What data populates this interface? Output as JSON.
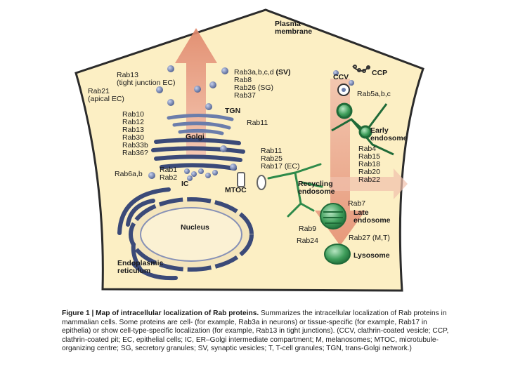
{
  "labels": {
    "plasma_membrane": [
      "Plasma",
      "membrane"
    ],
    "ccp": "CCP",
    "ccv": "CCV",
    "rab5": "Rab5a,b,c",
    "rab3_prefix": "Rab3a,b,c,d ",
    "rab3_suffix": "(SV)",
    "rab8": "Rab8",
    "rab26": "Rab26 (SG)",
    "rab37": "Rab37",
    "rab13": [
      "Rab13",
      "(tight junction EC)"
    ],
    "rab21": [
      "Rab21",
      "(apical EC)"
    ],
    "tgn": "TGN",
    "rab11_top": "Rab11",
    "golgi_rabs": [
      "Rab10",
      "Rab12",
      "Rab13",
      "Rab30",
      "Rab33b",
      "Rab36?"
    ],
    "golgi": "Golgi",
    "rab6": "Rab6a,b",
    "rab1": "Rab1",
    "rab2": "Rab2",
    "ic": "IC",
    "mtoc": "MTOC",
    "recycling_rabs": [
      "Rab11",
      "Rab25"
    ],
    "rab17": "Rab17 (EC)",
    "recycling_endosome": [
      "Recycling",
      "endosome"
    ],
    "early_endosome": [
      "Early",
      "endosome"
    ],
    "early_rabs": [
      "Rab4",
      "Rab15",
      "Rab18",
      "Rab20",
      "Rab22"
    ],
    "rab7": "Rab7",
    "late_endosome": [
      "Late",
      "endosome"
    ],
    "nucleus": "Nucleus",
    "rab9": "Rab9",
    "rab24": "Rab24",
    "rab27": "Rab27 (M,T)",
    "lysosome": "Lysosome",
    "er": [
      "Endoplasmic",
      "reticulum"
    ]
  },
  "caption": {
    "title": "Figure 1 | Map of intracellular localization of Rab proteins.",
    "body": " Summarizes the intracellular localization of Rab proteins in mammalian cells. Some proteins are cell- (for example, Rab3a in neurons) or tissue-specific (for example, Rab17 in epithelia) or show cell-type-specific localization (for example, Rab13 in tight junctions). (CCV, clathrin-coated vesicle; CCP, clathrin-coated pit; EC, epithelial cells; IC, ER–Golgi intermediate compartment; M, melanosomes; MTOC, microtubule-organizing centre; SG, secretory granules; SV, synaptic vesicles; T, T-cell granules; TGN, trans-Golgi network.)"
  },
  "colors": {
    "cytoplasm": "#fcefc4",
    "membrane": "#2b2b2b",
    "arrow": "#e58a6e",
    "organelle_green": "#2e8a4a",
    "organelle_light": "#8fd0a0",
    "vesicle": "#6b7dab"
  }
}
